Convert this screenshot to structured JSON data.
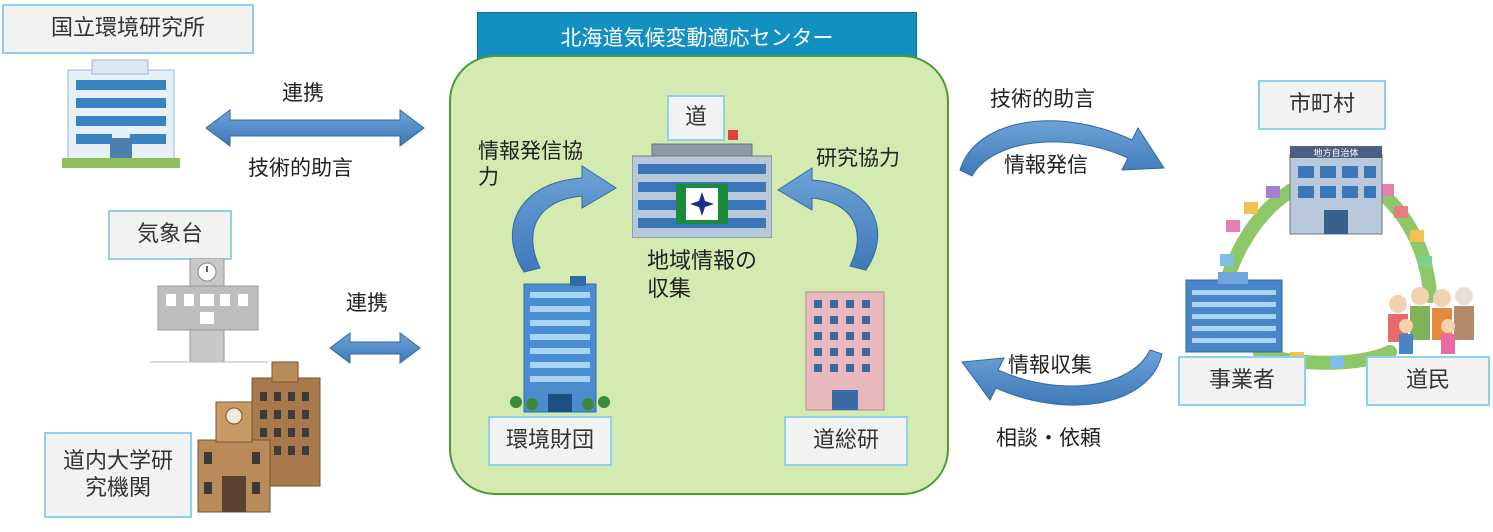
{
  "center": {
    "title": "北海道気候変動適応センター",
    "nodes": {
      "prefecture": "道",
      "env_foundation": "環境財団",
      "research_org": "道総研"
    },
    "labels": {
      "info_collection": "地域情報の収集",
      "left_arrow": "情報発信協力",
      "right_arrow": "研究協力"
    }
  },
  "left": {
    "nies": "国立環境研究所",
    "nies_link_top": "連携",
    "nies_link_bottom": "技術的助言",
    "jma": "気象台",
    "universities": "道内大学研究機関",
    "univ_link": "連携"
  },
  "right": {
    "municipality": "市町村",
    "businesses": "事業者",
    "residents": "道民",
    "top_arrow_top": "技術的助言",
    "top_arrow_bottom": "情報発信",
    "bottom_arrow_top": "情報収集",
    "bottom_arrow_bottom": "相談・依頼"
  },
  "colors": {
    "header": "#1290bf",
    "panel": "#d3eab0",
    "panel_border": "#4d9a37",
    "arrow": "#4a86c7",
    "box_border": "#8fd0ea"
  }
}
